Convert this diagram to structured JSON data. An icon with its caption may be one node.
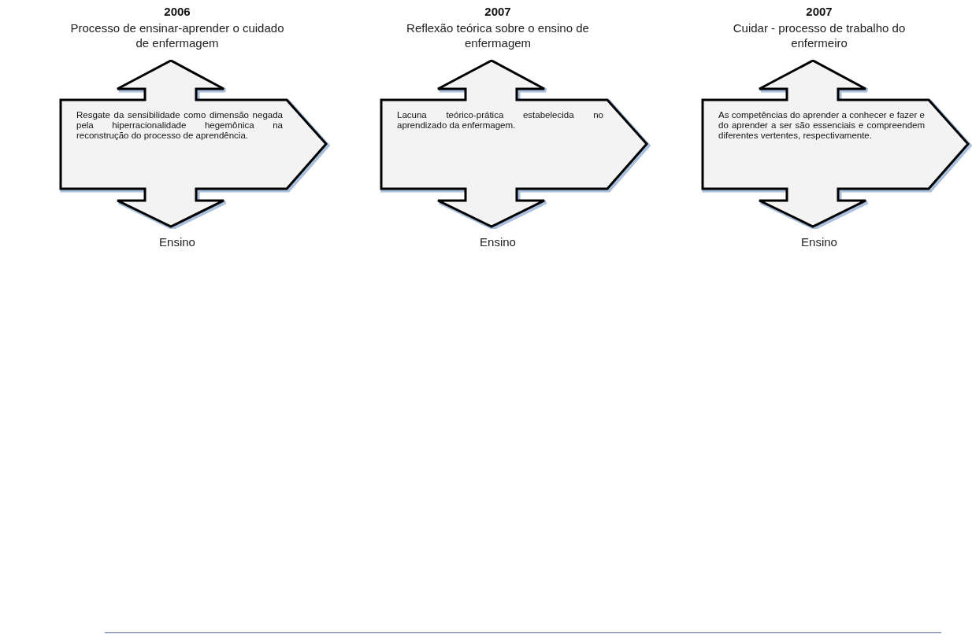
{
  "diagram": {
    "nodes": [
      {
        "text": [
          "2006",
          "Processo de ensinar-aprender o cuidado de enfermagem",
          "Resgate da sensibilidade como dimensão negada pela hiperracionalidade hegemônica na reconstrução do processo de aprendência.",
          "Ensino"
        ]
      },
      {
        "text": [
          "2007",
          "Reflexão teórica sobre o ensino de enfermagem",
          "Lacuna teórico-prática estabelecida no aprendizado da enfermagem.",
          "Ensino"
        ]
      },
      {
        "text": [
          "2007",
          "Cuidar - processo de trabalho do enfermeiro",
          "As competências do aprender a conhecer e fazer e do aprender a ser são essenciais e compreendem diferentes vertentes, respectivamente.",
          "Ensino"
        ]
      }
    ],
    "edges": []
  }
}
